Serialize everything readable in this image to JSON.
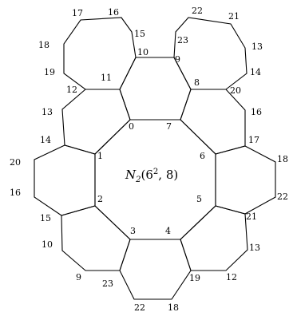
{
  "diagram": {
    "title_parts": [
      "N",
      "2",
      "(6",
      "2",
      ", 8)"
    ],
    "labels": {
      "v0": "0",
      "v1": "1",
      "v2": "2",
      "v3": "3",
      "v4": "4",
      "v5": "5",
      "v6": "6",
      "v7": "7",
      "v8": "8",
      "v9": "9",
      "v10": "10",
      "v11": "11",
      "v12": "12",
      "v13a": "13",
      "v14a": "14",
      "v20a": "20",
      "v16a": "16",
      "v15a": "15",
      "v10b": "10",
      "v9b": "9",
      "v23a": "23",
      "v22a": "22",
      "v18a": "18",
      "v19a": "19",
      "v12b": "12",
      "v13b": "13",
      "v21a": "21",
      "v22b": "22",
      "v18b": "18",
      "v17a": "17",
      "v16b": "16",
      "v20b": "20",
      "v14b": "14",
      "v13c": "13",
      "v21b": "21",
      "v22c": "22",
      "v23b": "23",
      "v17b": "17",
      "v16c": "16",
      "v15b": "15",
      "v18c": "18",
      "v19b": "19"
    }
  }
}
